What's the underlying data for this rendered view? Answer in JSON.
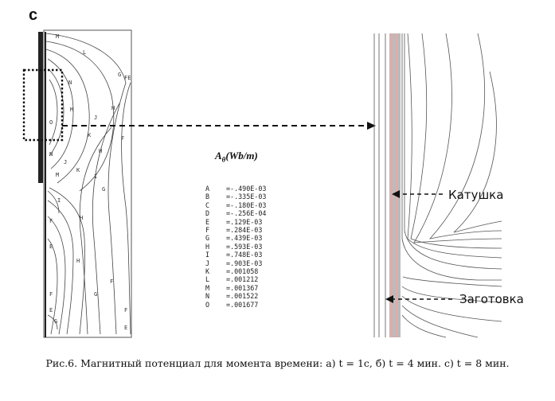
{
  "panel_label": "c",
  "legend": {
    "title_main": "A",
    "title_sub": "θ",
    "title_rest": "(Wb/m)",
    "entries": [
      {
        "key": "A",
        "value": "=-.490E-03"
      },
      {
        "key": "B",
        "value": "=-.335E-03"
      },
      {
        "key": "C",
        "value": "=-.180E-03"
      },
      {
        "key": "D",
        "value": "=-.256E-04"
      },
      {
        "key": "E",
        "value": "=.129E-03"
      },
      {
        "key": "F",
        "value": "=.284E-03"
      },
      {
        "key": "G",
        "value": "=.439E-03"
      },
      {
        "key": "H",
        "value": "=.593E-03"
      },
      {
        "key": "I",
        "value": "=.748E-03"
      },
      {
        "key": "J",
        "value": "=.903E-03"
      },
      {
        "key": "K",
        "value": "=.001058"
      },
      {
        "key": "L",
        "value": "=.001212"
      },
      {
        "key": "M",
        "value": "=.001367"
      },
      {
        "key": "N",
        "value": "=.001522"
      },
      {
        "key": "O",
        "value": "=.001677"
      }
    ]
  },
  "callouts": {
    "coil": "Катушка",
    "workpiece": "Заготовка"
  },
  "caption": "Рис.6. Магнитный потенциал для момента времени: а) t = 1с, б) t = 4 мин. с) t = 8 мин."
}
